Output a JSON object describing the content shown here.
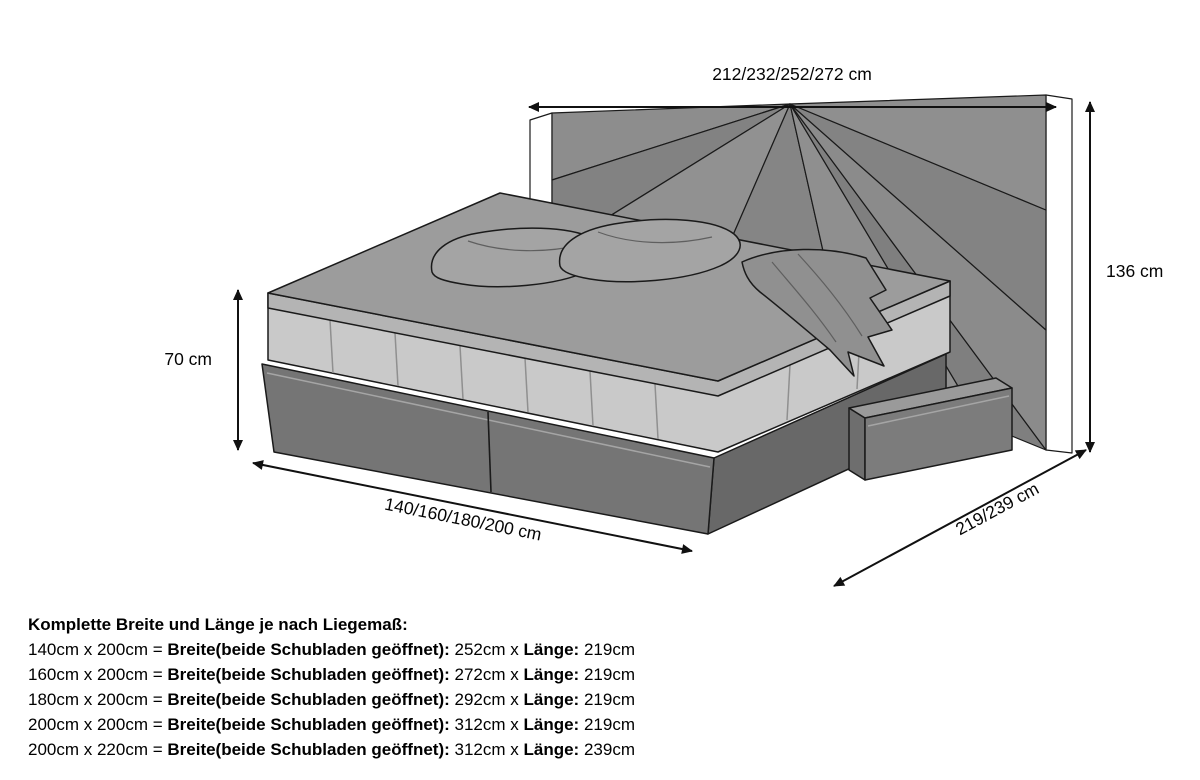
{
  "diagram": {
    "labels": {
      "headboard_width": "212/232/252/272 cm",
      "headboard_height": "136 cm",
      "bed_height": "70 cm",
      "bed_width": "140/160/180/200 cm",
      "bed_depth": "219/239 cm"
    }
  },
  "colors": {
    "line": "#1a1a1a",
    "headboard": "#8a8a8a",
    "panel_trim": "#ffffff",
    "mattress_top": "#9c9c9c",
    "mattress_border": "#b4b4b4",
    "mattress_side": "#c9c9c9",
    "base_front": "#757575",
    "base_side": "#686868",
    "drawer": "#7c7c7c",
    "drawer_top": "#9a9a9a",
    "pillow": "#a4a4a4",
    "blanket": "#909090"
  },
  "info": {
    "title": "Komplette Breite und Länge je nach Liegemaß:",
    "rows": [
      {
        "size": "140cm x 200cm = ",
        "breite_label": "Breite(beide Schubladen geöffnet):",
        "breite_value": " 252cm x ",
        "laenge_label": "Länge:",
        "laenge_value": " 219cm"
      },
      {
        "size": "160cm x 200cm = ",
        "breite_label": "Breite(beide Schubladen geöffnet):",
        "breite_value": " 272cm x ",
        "laenge_label": "Länge:",
        "laenge_value": " 219cm"
      },
      {
        "size": "180cm x 200cm = ",
        "breite_label": "Breite(beide Schubladen geöffnet):",
        "breite_value": " 292cm x ",
        "laenge_label": "Länge:",
        "laenge_value": " 219cm"
      },
      {
        "size": "200cm x 200cm = ",
        "breite_label": "Breite(beide Schubladen geöffnet):",
        "breite_value": " 312cm x ",
        "laenge_label": "Länge:",
        "laenge_value": " 219cm"
      },
      {
        "size": "200cm x 220cm = ",
        "breite_label": "Breite(beide Schubladen geöffnet):",
        "breite_value": " 312cm x ",
        "laenge_label": "Länge:",
        "laenge_value": " 239cm"
      }
    ]
  }
}
